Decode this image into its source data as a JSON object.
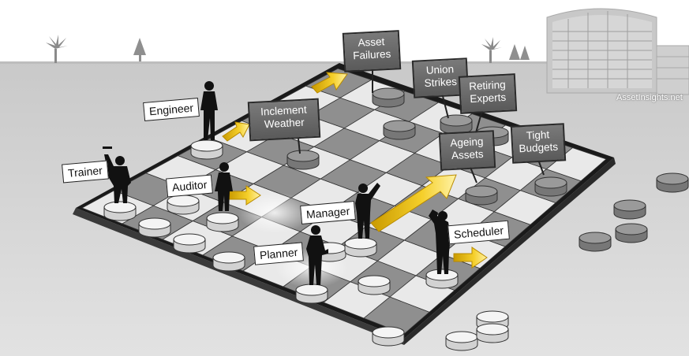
{
  "watermark": "AssetInsights.net",
  "roles": {
    "engineer": "Engineer",
    "trainer": "Trainer",
    "auditor": "Auditor",
    "manager": "Manager",
    "planner": "Planner",
    "scheduler": "Scheduler"
  },
  "challenges": {
    "asset_failures": [
      "Asset",
      "Failures"
    ],
    "union_strikes": [
      "Union",
      "Strikes"
    ],
    "retiring_experts": [
      "Retiring",
      "Experts"
    ],
    "inclement_weather": [
      "Inclement",
      "Weather"
    ],
    "ageing_assets": [
      "Ageing",
      "Assets"
    ],
    "tight_budgets": [
      "Tight",
      "Budgets"
    ]
  },
  "colors": {
    "sky": "#ffffff",
    "ground": "#d4d4d4",
    "board_frame": "#1a1a1a",
    "dark_square": "#8f8f8f",
    "light_square": "#e9e9e9",
    "sign_fill": "#666666",
    "arrow": "#f2c200",
    "silhouette": "#111111"
  },
  "icons": [
    "palm-tree-icon",
    "pine-tree-icon",
    "office-building-icon",
    "person-silhouette-icon",
    "arrow-icon",
    "game-piece-icon"
  ]
}
